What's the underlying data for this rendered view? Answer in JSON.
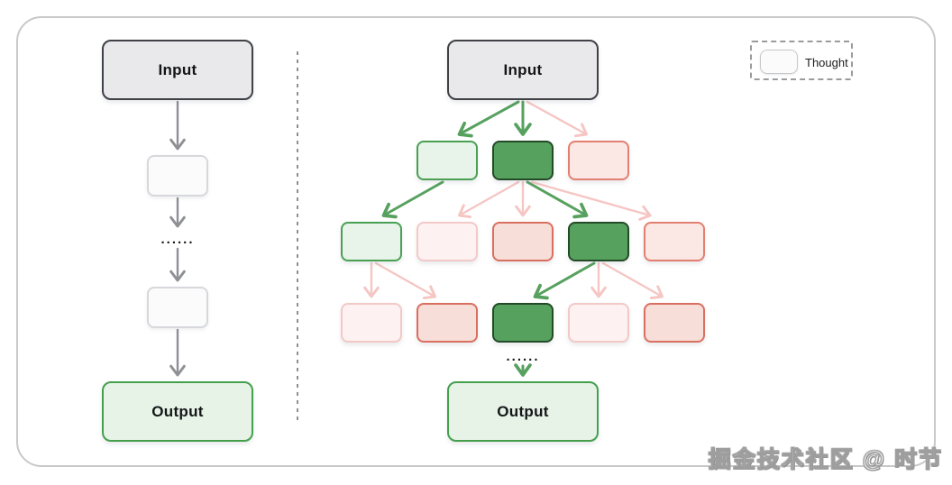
{
  "left_panel": {
    "input_label": "Input",
    "output_label": "Output",
    "ellipsis": "......"
  },
  "right_panel": {
    "input_label": "Input",
    "output_label": "Output",
    "ellipsis": "......"
  },
  "legend": {
    "label": "Thought"
  },
  "watermark": {
    "text": "掘金技术社区 @ 时节"
  },
  "colors": {
    "node_gray_fill": "#e9e9eb",
    "node_gray_border": "#3f4147",
    "green_solid_fill": "#57a15f",
    "green_solid_border": "#234b28",
    "green_light_fill": "#e8f4e9",
    "green_light_border": "#49a053",
    "red_fill": "#fbe7e3",
    "red_border": "#e37f71",
    "red_deep_fill": "#f8ded9",
    "red_deep_border": "#d96f5f",
    "red_faded_fill": "#fdf1f1",
    "red_faded_border": "#f2c9c7",
    "output_fill": "#e6f3e6",
    "output_border": "#45a04e",
    "arrow_green": "#57a15f",
    "arrow_pink": "#f5c6c3",
    "arrow_gray": "#8e9094"
  },
  "diagram": {
    "tree_nodes": [
      {
        "id": "r0c1",
        "row": 0,
        "col": 1,
        "state": "green-light"
      },
      {
        "id": "r0c2",
        "row": 0,
        "col": 2,
        "state": "green-solid"
      },
      {
        "id": "r0c3",
        "row": 0,
        "col": 3,
        "state": "red"
      },
      {
        "id": "r1c0",
        "row": 1,
        "col": 0,
        "state": "green-light"
      },
      {
        "id": "r1c1",
        "row": 1,
        "col": 1,
        "state": "red-faded"
      },
      {
        "id": "r1c2",
        "row": 1,
        "col": 2,
        "state": "red-deep"
      },
      {
        "id": "r1c3",
        "row": 1,
        "col": 3,
        "state": "green-solid"
      },
      {
        "id": "r1c4",
        "row": 1,
        "col": 4,
        "state": "red"
      },
      {
        "id": "r2c0",
        "row": 2,
        "col": 0,
        "state": "red-faded"
      },
      {
        "id": "r2c1",
        "row": 2,
        "col": 1,
        "state": "red-deep"
      },
      {
        "id": "r2c2",
        "row": 2,
        "col": 2,
        "state": "green-solid"
      },
      {
        "id": "r2c3",
        "row": 2,
        "col": 3,
        "state": "red-faded"
      },
      {
        "id": "r2c4",
        "row": 2,
        "col": 4,
        "state": "red-deep"
      }
    ],
    "edges": [
      {
        "from": "L-input",
        "to": "L-t1",
        "color": "gray"
      },
      {
        "from": "L-t1",
        "to": "L-dots",
        "color": "gray"
      },
      {
        "from": "L-dots",
        "to": "L-t2",
        "color": "gray"
      },
      {
        "from": "L-t2",
        "to": "L-output",
        "color": "gray"
      },
      {
        "from": "R-input",
        "to": "r0c1",
        "color": "green"
      },
      {
        "from": "R-input",
        "to": "r0c2",
        "color": "green"
      },
      {
        "from": "R-input",
        "to": "r0c3",
        "color": "pink"
      },
      {
        "from": "r0c1",
        "to": "r1c0",
        "color": "green"
      },
      {
        "from": "r0c2",
        "to": "r1c1",
        "color": "pink"
      },
      {
        "from": "r0c2",
        "to": "r1c2",
        "color": "pink"
      },
      {
        "from": "r0c2",
        "to": "r1c3",
        "color": "green"
      },
      {
        "from": "r0c2",
        "to": "r1c4",
        "color": "pink"
      },
      {
        "from": "r1c0",
        "to": "r2c0",
        "color": "pink"
      },
      {
        "from": "r1c0",
        "to": "r2c1",
        "color": "pink"
      },
      {
        "from": "r1c3",
        "to": "r2c2",
        "color": "green"
      },
      {
        "from": "r1c3",
        "to": "r2c3",
        "color": "pink"
      },
      {
        "from": "r1c3",
        "to": "r2c4",
        "color": "pink"
      },
      {
        "from": "R-dots",
        "to": "R-output",
        "color": "green"
      }
    ]
  }
}
